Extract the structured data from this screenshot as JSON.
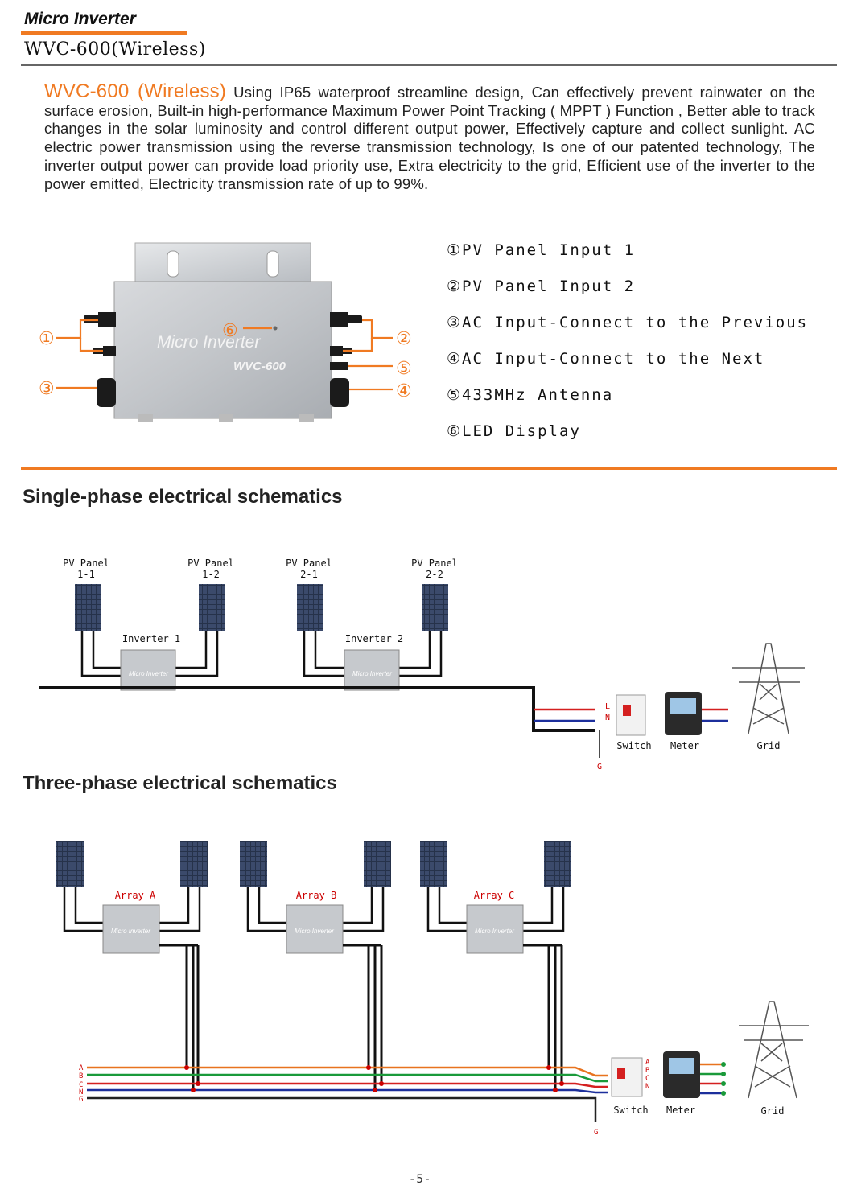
{
  "header": {
    "category": "Micro Inverter",
    "model": "WVC-600(Wireless)"
  },
  "intro": {
    "lead": "WVC-600 (Wireless)",
    "body": "Using IP65 waterproof streamline design, Can effectively prevent rainwater on the surface erosion, Built-in high-performance Maximum Power Point Tracking ( MPPT ) Function , Better able to track changes in the solar luminosity and control different output power, Effectively capture and collect sunlight. AC electric power transmission using the reverse transmission technology, Is one of our patented technology, The inverter output power can provide load priority use, Extra electricity to the grid, Efficient use of the inverter to the power emitted, Electricity transmission rate of up to 99%."
  },
  "product": {
    "brand_text": "Micro Inverter",
    "model_text": "WVC-600",
    "callouts": [
      "①",
      "②",
      "③",
      "④",
      "⑤",
      "⑥"
    ]
  },
  "legend": [
    "①PV Panel Input 1",
    "②PV Panel Input 2",
    "③AC Input-Connect to the Previous",
    "④AC Input-Connect to the Next",
    "⑤433MHz Antenna",
    "⑥LED Display"
  ],
  "single_phase": {
    "title": "Single-phase electrical schematics",
    "panels": [
      {
        "line1": "PV Panel",
        "line2": "1-1"
      },
      {
        "line1": "PV Panel",
        "line2": "1-2"
      },
      {
        "line1": "PV Panel",
        "line2": "2-1"
      },
      {
        "line1": "PV Panel",
        "line2": "2-2"
      }
    ],
    "inverters": [
      "Inverter 1",
      "Inverter 2"
    ],
    "wire_labels": {
      "l": "L",
      "n": "N",
      "g": "G"
    },
    "switch": "Switch",
    "meter": "Meter",
    "grid": "Grid"
  },
  "three_phase": {
    "title": "Three-phase electrical schematics",
    "arrays": [
      "Array A",
      "Array B",
      "Array C"
    ],
    "bus_labels": [
      "A",
      "B",
      "C",
      "N",
      "G"
    ],
    "ground": "G",
    "switch": "Switch",
    "meter": "Meter",
    "grid": "Grid"
  },
  "colors": {
    "accent": "#f07a22",
    "wire_a": "#e8731f",
    "wire_b": "#1a9a3a",
    "wire_c": "#d42020",
    "wire_n": "#1c2f9c",
    "wire_g": "#222222"
  },
  "footer": {
    "page": "-5-"
  }
}
